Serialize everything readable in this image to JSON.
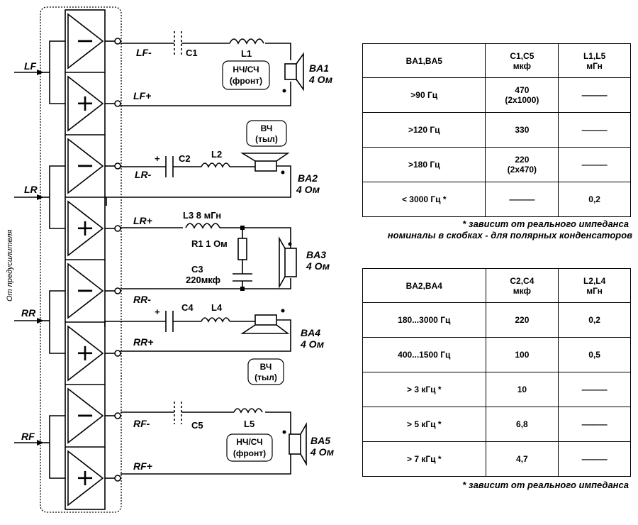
{
  "side_label": "От предусилителя",
  "inputs": {
    "lf": "LF",
    "lr": "LR",
    "rr": "RR",
    "rf": "RF"
  },
  "outputs": {
    "lf_minus": "LF-",
    "lf_plus": "LF+",
    "lr_minus": "LR-",
    "lr_plus": "LR+",
    "rr_minus": "RR-",
    "rr_plus": "RR+",
    "rf_minus": "RF-",
    "rf_plus": "RF+"
  },
  "components": {
    "c1": "C1",
    "l1": "L1",
    "c2": "C2",
    "l2": "L2",
    "c2_plus": "+",
    "l3": "L3  8 мГн",
    "r1": "R1  1 Ом",
    "c3_line1": "C3",
    "c3_line2": "220мкф",
    "c4": "C4",
    "l4": "L4",
    "c4_plus": "+",
    "c5": "C5",
    "l5": "L5"
  },
  "speakers": {
    "ba1": "BA1",
    "ba1_imp": "4 Ом",
    "ba2": "BA2",
    "ba2_imp": "4 Ом",
    "ba3": "BA3",
    "ba3_imp": "4 Ом",
    "ba4": "BA4",
    "ba4_imp": "4 Ом",
    "ba5": "BA5",
    "ba5_imp": "4 Ом"
  },
  "tags": {
    "front1_l1": "НЧ/СЧ",
    "front1_l2": "(фронт)",
    "rear1_l1": "ВЧ",
    "rear1_l2": "(тыл)",
    "rear2_l1": "ВЧ",
    "rear2_l2": "(тыл)",
    "front2_l1": "НЧ/СЧ",
    "front2_l2": "(фронт)"
  },
  "amp_signs": [
    "−",
    "+",
    "−",
    "+",
    "−",
    "+",
    "−",
    "+"
  ],
  "table1": {
    "headers": [
      [
        "BA1,BA5"
      ],
      [
        "C1,C5",
        "мкф"
      ],
      [
        "L1,L5",
        "мГн"
      ]
    ],
    "rows": [
      [
        [
          ">90 Гц"
        ],
        [
          "470",
          "(2x1000)"
        ],
        [
          "———"
        ]
      ],
      [
        [
          ">120 Гц"
        ],
        [
          "330"
        ],
        [
          "———"
        ]
      ],
      [
        [
          ">180 Гц"
        ],
        [
          "220",
          "(2x470)"
        ],
        [
          "———"
        ]
      ],
      [
        [
          "< 3000 Гц *"
        ],
        [
          "———"
        ],
        [
          "0,2"
        ]
      ]
    ],
    "note1": "* зависит от реального импеданса",
    "note2": "номиналы в скобках - для полярных конденсаторов"
  },
  "table2": {
    "headers": [
      [
        "BA2,BA4"
      ],
      [
        "C2,C4",
        "мкф"
      ],
      [
        "L2,L4",
        "мГн"
      ]
    ],
    "rows": [
      [
        [
          "180...3000 Гц"
        ],
        [
          "220"
        ],
        [
          "0,2"
        ]
      ],
      [
        [
          "400...1500 Гц"
        ],
        [
          "100"
        ],
        [
          "0,5"
        ]
      ],
      [
        [
          "> 3 кГц *"
        ],
        [
          "10"
        ],
        [
          "———"
        ]
      ],
      [
        [
          "> 5 кГц *"
        ],
        [
          "6,8"
        ],
        [
          "———"
        ]
      ],
      [
        [
          "> 7 кГц *"
        ],
        [
          "4,7"
        ],
        [
          "———"
        ]
      ]
    ],
    "note1": "* зависит от реального импеданса"
  }
}
